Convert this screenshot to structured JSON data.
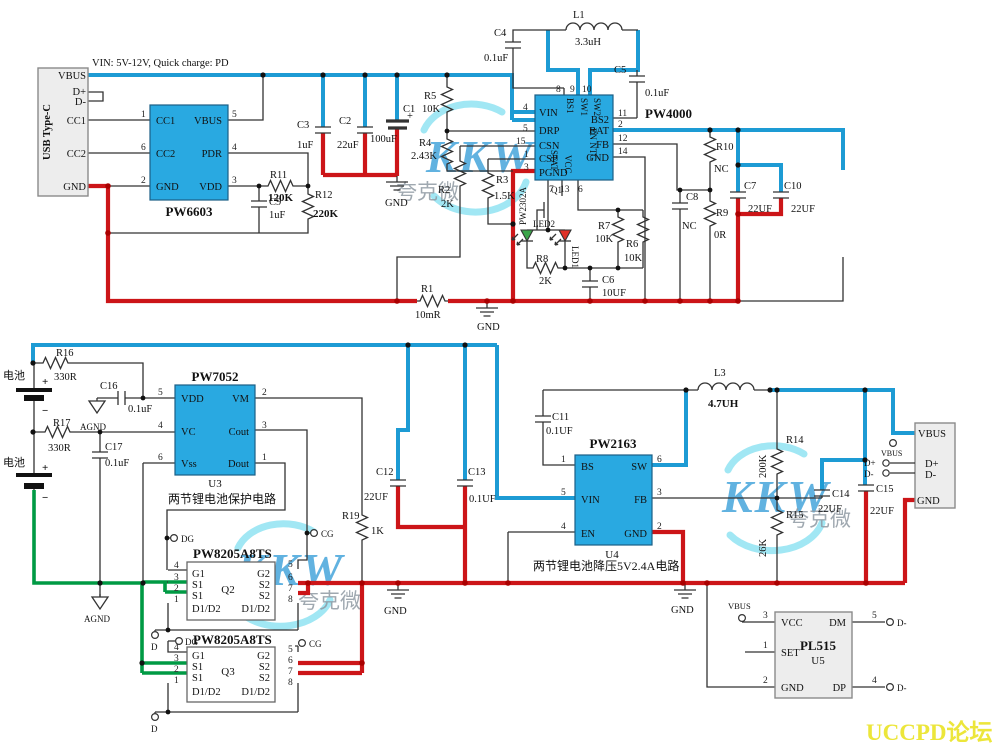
{
  "note_vin": "VIN:  5V-12V,  Quick charge:  PD",
  "watermark": {
    "kkw": "KKW",
    "quark": "夸克微",
    "uccpd": "UCCPD论坛"
  },
  "symbols": {
    "gnd": "GND",
    "agnd": "AGND",
    "plus": "+",
    "minus": "−"
  },
  "battery": {
    "label": "电池"
  },
  "usb": {
    "title": "USB Type-C",
    "pin_vbus": "VBUS",
    "pin_dp": "D+",
    "pin_dm": "D-",
    "pin_cc1": "CC1",
    "pin_cc2": "CC2",
    "pin_gnd": "GND"
  },
  "pw6603": {
    "name": "PW6603",
    "cc1": "CC1",
    "cc2": "CC2",
    "gnd": "GND",
    "vbus": "VBUS",
    "pdr": "PDR",
    "vdd": "VDD",
    "n1": "1",
    "n6": "6",
    "n2": "2",
    "n5": "5",
    "n4": "4",
    "n3": "3"
  },
  "pw4000": {
    "name": "PW4000",
    "vin": "VIN",
    "drp": "DRP",
    "csn": "CSN",
    "csp": "CSP",
    "pgnd": "PGND",
    "bs1": "BS1",
    "sw1": "SW1",
    "sw2": "SW2",
    "bs2": "BS2",
    "bat": "BAT",
    "fb": "FB",
    "gnd": "GND",
    "stat": "STAT",
    "vcc": "VCC",
    "en_ntc": "EN NTC",
    "n4": "4",
    "n5": "5",
    "n15": "15",
    "n1": "1",
    "n3": "3",
    "n8": "8",
    "n9": "9",
    "n10": "10",
    "n11": "11",
    "n2": "2",
    "n12": "12",
    "n14": "14",
    "n7": "7",
    "n13": "13",
    "n6": "6"
  },
  "pw7052": {
    "name": "PW7052",
    "ref": "U3",
    "caption": "两节锂电池保护电路",
    "vdd": "VDD",
    "vc": "VC",
    "vss": "Vss",
    "vm": "VM",
    "cout": "Cout",
    "dout": "Dout",
    "n5": "5",
    "n4": "4",
    "n6": "6",
    "n2": "2",
    "n3": "3",
    "n1": "1"
  },
  "pw2163": {
    "name": "PW2163",
    "ref": "U4",
    "caption": "两节锂电池降压5V2.4A电路",
    "bs": "BS",
    "vin": "VIN",
    "en": "EN",
    "sw": "SW",
    "fb": "FB",
    "gnd": "GND",
    "n1": "1",
    "n5": "5",
    "n4": "4",
    "n6": "6",
    "n3": "3",
    "n2": "2"
  },
  "pl515": {
    "name": "PL515",
    "ref": "U5",
    "vcc": "VCC",
    "set": "SET",
    "gnd": "GND",
    "dm": "DM",
    "dp": "DP",
    "n3": "3",
    "n1": "1",
    "n2": "2",
    "n5": "5",
    "n4": "4",
    "vbus_term": "VBUS",
    "dm_term": "D-",
    "dp_term": "D-"
  },
  "q2": {
    "name": "PW8205A8TS",
    "ref": "Q2",
    "g1": "G1",
    "s1": "S1",
    "d12": "D1/D2",
    "g2": "G2",
    "s2": "S2",
    "n4": "4",
    "n3": "3",
    "n2": "2",
    "n1": "1",
    "n5": "5",
    "n6": "6",
    "n7": "7",
    "n8": "8"
  },
  "q3": {
    "name": "PW8205A8TS",
    "ref": "Q3",
    "g1": "G1",
    "s1": "S1",
    "d12": "D1/D2",
    "g2": "G2",
    "s2": "S2",
    "n4": "4",
    "n3": "3",
    "n2": "2",
    "n1": "1",
    "n5": "5",
    "n6": "6",
    "n7": "7",
    "n8": "8"
  },
  "q1": {
    "ref": "Q1",
    "name": "PW2302A"
  },
  "terminals": {
    "dg": "DG",
    "cg": "CG",
    "d": "D"
  },
  "out_conn": {
    "vbus": "VBUS",
    "dp": "D+",
    "dm": "D-",
    "gnd": "GND",
    "term_vbus": "VBUS",
    "term_dp": "D+",
    "term_dm": "D-"
  },
  "comp": {
    "r1": {
      "ref": "R1",
      "val": "10mR"
    },
    "r2": {
      "ref": "R2",
      "val": "2K"
    },
    "r3": {
      "ref": "R3",
      "val": "1.5K"
    },
    "r4": {
      "ref": "R4",
      "val": "2.43K"
    },
    "r5": {
      "ref": "R5",
      "val": "10K"
    },
    "r6": {
      "ref": "R6",
      "val": "10K"
    },
    "r7": {
      "ref": "R7",
      "val": "10K"
    },
    "r8": {
      "ref": "R8",
      "val": "2K"
    },
    "r9": {
      "ref": "R9",
      "val": "0R"
    },
    "r10": {
      "ref": "R10",
      "val": "NC"
    },
    "r11": {
      "ref": "R11",
      "val": "120K"
    },
    "r12": {
      "ref": "R12",
      "val": "220K"
    },
    "r14": {
      "ref": "R14",
      "val": "200K"
    },
    "r15": {
      "ref": "R15",
      "val": "26K"
    },
    "r16": {
      "ref": "R16",
      "val": "330R"
    },
    "r17": {
      "ref": "R17",
      "val": "330R"
    },
    "r19": {
      "ref": "R19",
      "val": "1K"
    },
    "c1": {
      "ref": "C1",
      "val": "100uF"
    },
    "c2": {
      "ref": "C2",
      "val": "22uF"
    },
    "c3": {
      "ref": "C3",
      "val": "1uF"
    },
    "c4": {
      "ref": "C4",
      "val": "0.1uF"
    },
    "c5": {
      "ref": "C5",
      "val": "0.1uF"
    },
    "c6": {
      "ref": "C6",
      "val": "10UF"
    },
    "c7": {
      "ref": "C7",
      "val": "22UF"
    },
    "c8": {
      "ref": "C8",
      "val": "NC"
    },
    "c9": {
      "ref": "C9",
      "val": "1uF"
    },
    "c10": {
      "ref": "C10",
      "val": "22UF"
    },
    "c11": {
      "ref": "C11",
      "val": "0.1UF"
    },
    "c12": {
      "ref": "C12",
      "val": "22UF"
    },
    "c13": {
      "ref": "C13",
      "val": "0.1UF"
    },
    "c14": {
      "ref": "C14",
      "val": "22UF"
    },
    "c15": {
      "ref": "C15",
      "val": "22UF"
    },
    "c16": {
      "ref": "C16",
      "val": "0.1uF"
    },
    "c17": {
      "ref": "C17",
      "val": "0.1uF"
    },
    "l1": {
      "ref": "L1",
      "val": "3.3uH"
    },
    "l3": {
      "ref": "L3",
      "val": "4.7UH"
    },
    "led1": {
      "ref": "LED1"
    },
    "led2": {
      "ref": "LED2"
    }
  }
}
